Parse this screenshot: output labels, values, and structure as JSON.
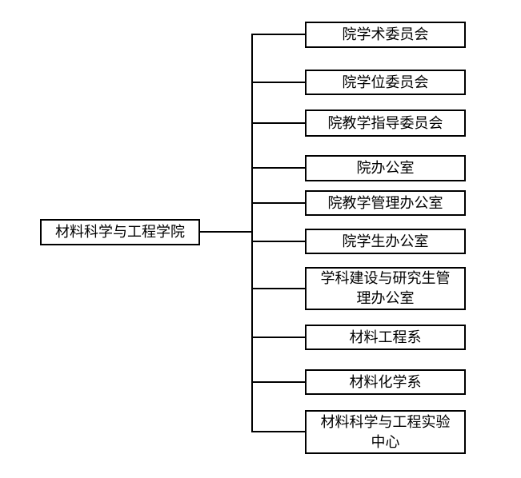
{
  "diagram": {
    "type": "org-chart",
    "root": {
      "label": "材料科学与工程学院"
    },
    "children": [
      {
        "label": "院学术委员会"
      },
      {
        "label": "院学位委员会"
      },
      {
        "label": "院教学指导委员会"
      },
      {
        "label": "院办公室"
      },
      {
        "label": "院教学管理办公室"
      },
      {
        "label": "院学生办公室"
      },
      {
        "label": "学科建设与研究生管理办公室"
      },
      {
        "label": "材料工程系"
      },
      {
        "label": "材料化学系"
      },
      {
        "label": "材料科学与工程实验中心"
      }
    ],
    "colors": {
      "line": "#000000",
      "box_border": "#000000",
      "box_fill": "#ffffff",
      "text": "#000000",
      "background": "#ffffff"
    }
  }
}
